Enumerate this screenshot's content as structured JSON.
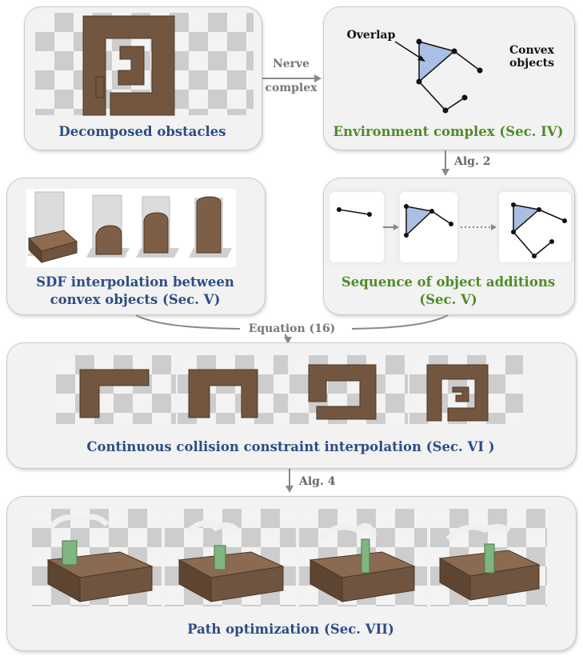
{
  "panels": {
    "decomposed": {
      "caption": "Decomposed obstacles"
    },
    "environment": {
      "caption": "Environment complex (Sec. IV)",
      "overlap_label": "Overlap",
      "convex_label_1": "Convex",
      "convex_label_2": "objects"
    },
    "sdf": {
      "caption_line1": "SDF interpolation between",
      "caption_line2": "convex objects (Sec. Ⅴ)"
    },
    "sequence": {
      "caption_line1": "Sequence of object additions",
      "caption_line2": "(Sec. V)"
    },
    "continuous": {
      "caption": "Continuous collision constraint interpolation (Sec. VI )"
    },
    "path": {
      "caption": "Path optimization (Sec. VII)"
    }
  },
  "arrows": {
    "nerve_line1": "Nerve",
    "nerve_line2": "complex",
    "alg2": "Alg. 2",
    "equation": "Equation (16)",
    "alg4": "Alg. 4"
  },
  "colors": {
    "caption_blue": "#2c4d87",
    "caption_green": "#4f8c26",
    "obstacle_brown": "#72563f",
    "overlap_fill": "#a9bfe3"
  }
}
